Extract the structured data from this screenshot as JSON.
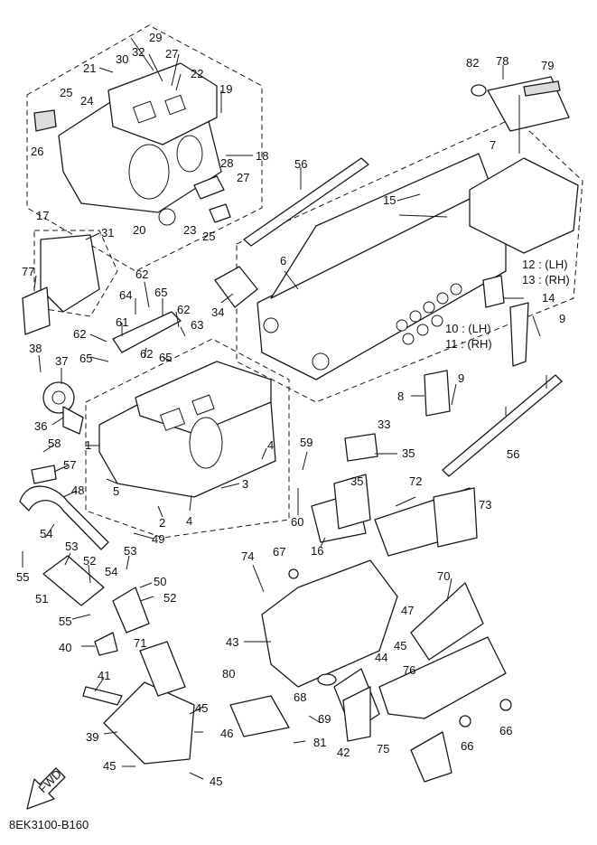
{
  "diagram_code": "8EK3100-B160",
  "fwd_label": "FWD",
  "callouts": {
    "c1": "1",
    "c2": "2",
    "c3": "3",
    "c4a": "4",
    "c4b": "4",
    "c5": "5",
    "c6": "6",
    "c7": "7",
    "c8": "8",
    "c9a": "9",
    "c9b": "9",
    "c10": "10 : (LH)",
    "c11": "11 : (RH)",
    "c12": "12 : (LH)",
    "c13": "13 : (RH)",
    "c14": "14",
    "c15": "15",
    "c16": "16",
    "c17": "17",
    "c18": "18",
    "c19": "19",
    "c20": "20",
    "c21": "21",
    "c22": "22",
    "c23": "23",
    "c24": "24",
    "c25a": "25",
    "c25b": "25",
    "c26": "26",
    "c27a": "27",
    "c27b": "27",
    "c28": "28",
    "c29": "29",
    "c30": "30",
    "c31": "31",
    "c32": "32",
    "c33": "33",
    "c34": "34",
    "c35a": "35",
    "c35b": "35",
    "c36": "36",
    "c37": "37",
    "c38": "38",
    "c39": "39",
    "c40": "40",
    "c41": "41",
    "c42": "42",
    "c43": "43",
    "c44": "44",
    "c45a": "45",
    "c45b": "45",
    "c45c": "45",
    "c45d": "45",
    "c46": "46",
    "c47": "47",
    "c48": "48",
    "c49": "49",
    "c50": "50",
    "c51": "51",
    "c52a": "52",
    "c52b": "52",
    "c53a": "53",
    "c53b": "53",
    "c54a": "54",
    "c54b": "54",
    "c55a": "55",
    "c55b": "55",
    "c56a": "56",
    "c56b": "56",
    "c57": "57",
    "c58": "58",
    "c59": "59",
    "c60": "60",
    "c61": "61",
    "c62a": "62",
    "c62b": "62",
    "c62c": "62",
    "c62d": "62",
    "c63": "63",
    "c64": "64",
    "c65a": "65",
    "c65b": "65",
    "c65c": "65",
    "c66a": "66",
    "c66b": "66",
    "c67": "67",
    "c68": "68",
    "c69": "69",
    "c70": "70",
    "c71": "71",
    "c72": "72",
    "c73": "73",
    "c74": "74",
    "c75": "75",
    "c76": "76",
    "c77": "77",
    "c78": "78",
    "c79": "79",
    "c80": "80",
    "c81": "81",
    "c82": "82"
  }
}
